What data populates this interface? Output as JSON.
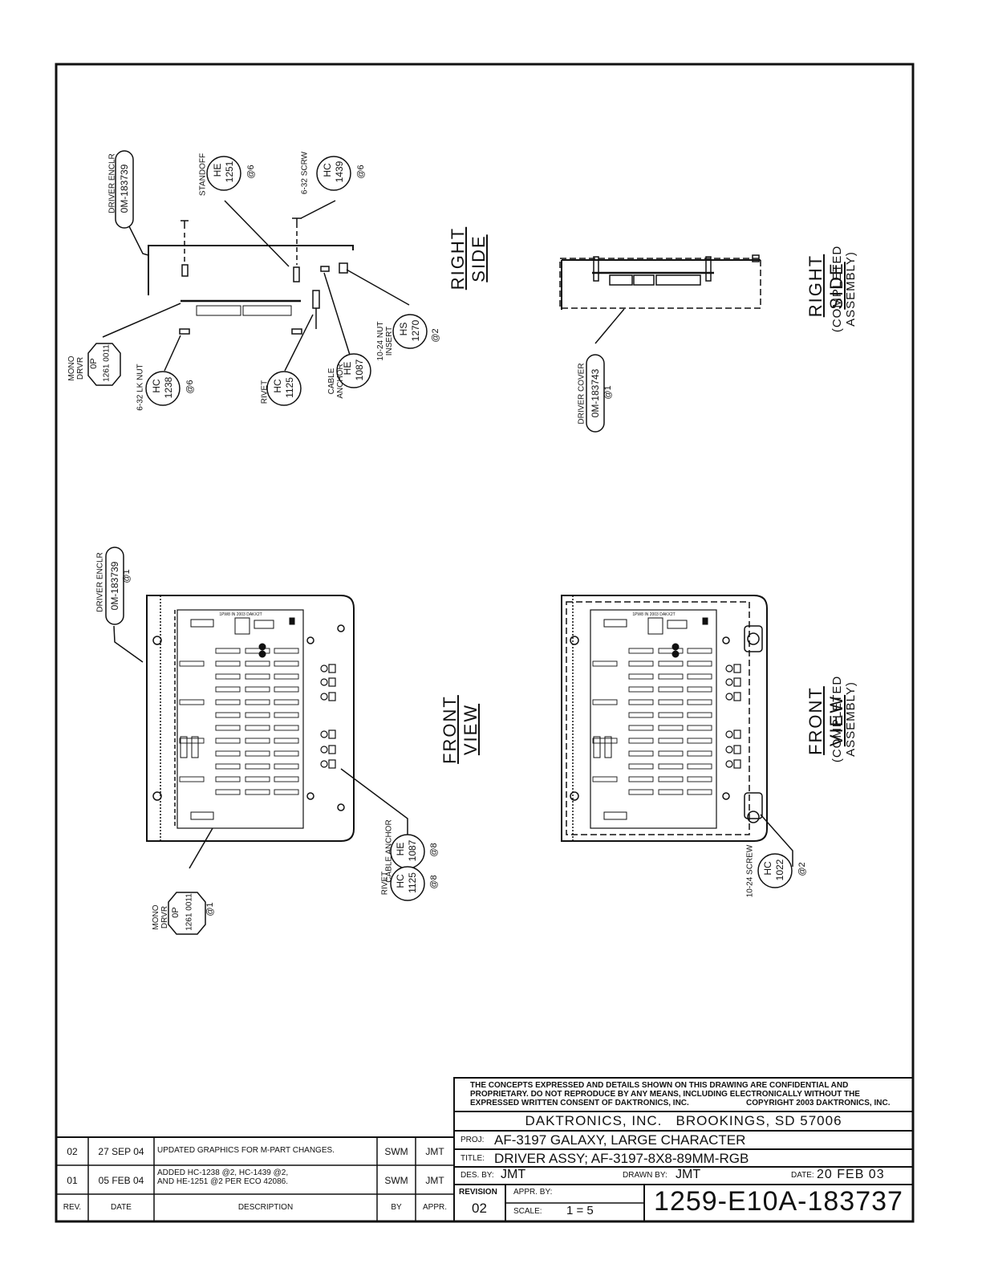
{
  "views": {
    "right_side": {
      "title": "RIGHT SIDE"
    },
    "right_side_completed": {
      "title": "RIGHT SIDE",
      "subtitle": "(COMPLETED ASSEMBLY)"
    },
    "front_view": {
      "title": "FRONT VIEW"
    },
    "front_view_completed": {
      "title": "FRONT VIEW",
      "subtitle": "(COMPLETED ASSEMBLY)"
    }
  },
  "callouts": {
    "rs_driver_enclr": {
      "desc": "DRIVER ENCLR",
      "part": "0M-183739",
      "qty": ""
    },
    "rs_standoff": {
      "desc": "STANDOFF",
      "prefix": "HE",
      "num": "1251",
      "qty": "@6"
    },
    "rs_screw": {
      "desc": "6-32 SCRW",
      "prefix": "HC",
      "num": "1439",
      "qty": "@6"
    },
    "rs_mono_drvr": {
      "desc": "MONO DRVR",
      "prefix": "0P",
      "num": "1261 0011",
      "qty": ""
    },
    "rs_lk_nut": {
      "desc": "6-32 LK NUT",
      "prefix": "HC",
      "num": "1238",
      "qty": "@6"
    },
    "rs_rivet": {
      "desc": "RIVET",
      "prefix": "HC",
      "num": "1125",
      "qty": ""
    },
    "rs_cable_anchor": {
      "desc": "CABLE ANCHOR",
      "prefix": "HE",
      "num": "1087",
      "qty": ""
    },
    "rs_nut_insert": {
      "desc": "10-24 NUT INSERT",
      "prefix": "HS",
      "num": "1270",
      "qty": "@2"
    },
    "rsc_driver_cover": {
      "desc": "DRIVER COVER",
      "part": "0M-183743",
      "qty": "@1"
    },
    "fv_driver_enclr": {
      "desc": "DRIVER ENCLR",
      "part": "0M-183739",
      "qty": "@1"
    },
    "fv_mono_drvr": {
      "desc": "MONO DRVR",
      "prefix": "0P",
      "num": "1261 0011",
      "qty": "@1"
    },
    "fv_cable_anchor": {
      "desc": "CABLE ANCHOR",
      "prefix": "HE",
      "num": "1087",
      "qty": "@8"
    },
    "fv_rivet": {
      "desc": "RIVET",
      "prefix": "HC",
      "num": "1125",
      "qty": "@8"
    },
    "fvc_screw": {
      "desc": "10-24 SCREW",
      "prefix": "HC",
      "num": "1022",
      "qty": "@2"
    }
  },
  "pcb": {
    "top_text": "1PW8 IN 2003 DAKX2T"
  },
  "revisions": {
    "rows": [
      {
        "rev": "02",
        "date": "27 SEP 04",
        "desc1": "UPDATED GRAPHICS FOR M-PART CHANGES.",
        "desc2": "",
        "by": "SWM",
        "appr": "JMT"
      },
      {
        "rev": "01",
        "date": "05 FEB 04",
        "desc1": "ADDED HC-1238 @2, HC-1439 @2,",
        "desc2": "AND HE-1251 @2 PER ECO 42086.",
        "by": "SWM",
        "appr": "JMT"
      }
    ],
    "headers": {
      "rev": "REV.",
      "date": "DATE",
      "desc": "DESCRIPTION",
      "by": "BY",
      "appr": "APPR."
    }
  },
  "title_block": {
    "notice1": "THE CONCEPTS EXPRESSED AND DETAILS SHOWN ON THIS DRAWING ARE CONFIDENTIAL AND",
    "notice2": "PROPRIETARY. DO NOT REPRODUCE BY ANY MEANS, INCLUDING ELECTRONICALLY WITHOUT THE",
    "notice3": "EXPRESSED WRITTEN CONSENT OF DAKTRONICS, INC.",
    "copyright": "COPYRIGHT 2003 DAKTRONICS, INC.",
    "company": "DAKTRONICS, INC.   BROOKINGS, SD 57006",
    "proj_label": "PROJ:",
    "proj": "AF-3197 GALAXY, LARGE CHARACTER",
    "title_label": "TITLE:",
    "title": "DRIVER ASSY; AF-3197-8X8-89MM-RGB",
    "des_label": "DES. BY:",
    "des_by": "JMT",
    "drawn_label": "DRAWN BY:",
    "drawn_by": "JMT",
    "date_label": "DATE:",
    "date": "20 FEB 03",
    "revision_label": "REVISION",
    "revision": "02",
    "appr_label": "APPR. BY:",
    "scale_label": "SCALE:",
    "scale": "1 = 5",
    "drawing_number": "1259-E10A-183737"
  }
}
